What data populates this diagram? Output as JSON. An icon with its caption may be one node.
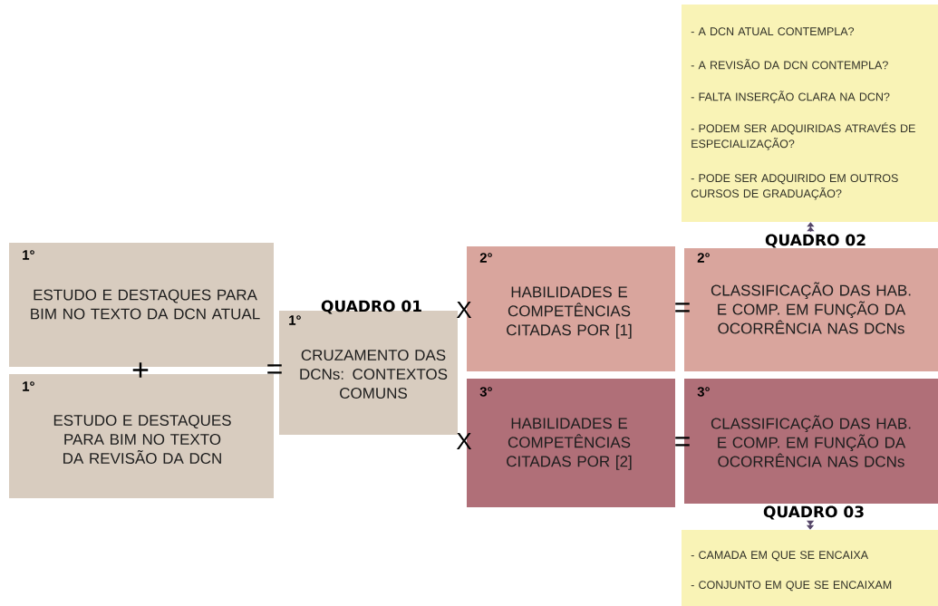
{
  "diagram": {
    "nodes": [
      {
        "text": [
          "1°",
          "ESTUDO E DESTAQUES PARA BIM NO TEXTO DA DCN ATUAL"
        ]
      },
      {
        "text": [
          "1°",
          "ESTUDO E DESTAQUES PARA BIM NO TEXTO DA REVISÃO DA DCN"
        ]
      },
      {
        "text": [
          "QUADRO 01",
          "1°",
          "CRUZAMENTO DAS DCNs: CONTEXTOS COMUNS"
        ]
      },
      {
        "text": [
          "2°",
          "HABILIDADES E COMPETÊNCIAS CITADAS POR [1]"
        ]
      },
      {
        "text": [
          "QUADRO 02",
          "2°",
          "CLASSIFICAÇÃO DAS HAB. E COMP. EM FUNÇÃO DA OCORRÊNCIA NAS DCNs"
        ]
      },
      {
        "text": [
          "3°",
          "HABILIDADES E COMPETÊNCIAS CITADAS POR [2]"
        ]
      },
      {
        "text": [
          "3°",
          "CLASSIFICAÇÃO DAS HAB. E COMP. EM FUNÇÃO DA OCORRÊNCIA NAS DCNs",
          "QUADRO 03"
        ]
      },
      {
        "text": [
          "- A DCN ATUAL CONTEMPLA?",
          "- A REVISÃO DA DCN CONTEMPLA?",
          "- FALTA INSERÇÃO CLARA NA DCN?",
          "- PODEM SER ADQUIRIDAS ATRAVÉS DE ESPECIALIZAÇÃO?",
          "- PODE SER ADQUIRIDO EM OUTROS CURSOS DE GRADUAÇÃO?"
        ]
      },
      {
        "text": [
          "- CAMADA EM QUE SE ENCAIXA",
          "- CONJUNTO EM QUE SE ENCAIXAM"
        ]
      }
    ],
    "edges": [
      {
        "from": 4,
        "to": 7,
        "arrow": "to"
      },
      {
        "from": 6,
        "to": 8,
        "arrow": "to"
      }
    ],
    "labels": [
      "X",
      "=",
      "+",
      "=",
      "X",
      "="
    ]
  }
}
